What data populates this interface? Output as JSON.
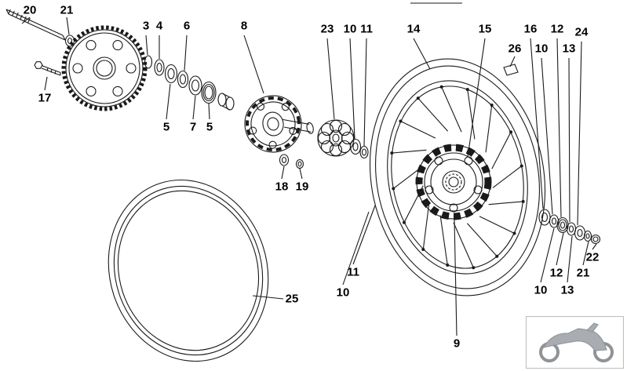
{
  "diagram": {
    "type": "exploded-parts-diagram",
    "subject": "motorcycle rear spoked wheel assembly",
    "colors": {
      "line": "#1a1a1a",
      "icon_gray": "#a9adb1",
      "box_border": "#c0c0c0"
    },
    "icons": {
      "footer_badge": "motorcycle-icon"
    },
    "callouts": [
      {
        "label": "20"
      },
      {
        "label": "21"
      },
      {
        "label": "17"
      },
      {
        "label": "3"
      },
      {
        "label": "4"
      },
      {
        "label": "6"
      },
      {
        "label": "8"
      },
      {
        "label": "5"
      },
      {
        "label": "7"
      },
      {
        "label": "5"
      },
      {
        "label": "23"
      },
      {
        "label": "10"
      },
      {
        "label": "11"
      },
      {
        "label": "14"
      },
      {
        "label": "15"
      },
      {
        "label": "26"
      },
      {
        "label": "16"
      },
      {
        "label": "10"
      },
      {
        "label": "12"
      },
      {
        "label": "13"
      },
      {
        "label": "24"
      },
      {
        "label": "22"
      },
      {
        "label": "21"
      },
      {
        "label": "13"
      },
      {
        "label": "12"
      },
      {
        "label": "10"
      },
      {
        "label": "18"
      },
      {
        "label": "19"
      },
      {
        "label": "11"
      },
      {
        "label": "10"
      },
      {
        "label": "9"
      },
      {
        "label": "25"
      }
    ]
  }
}
